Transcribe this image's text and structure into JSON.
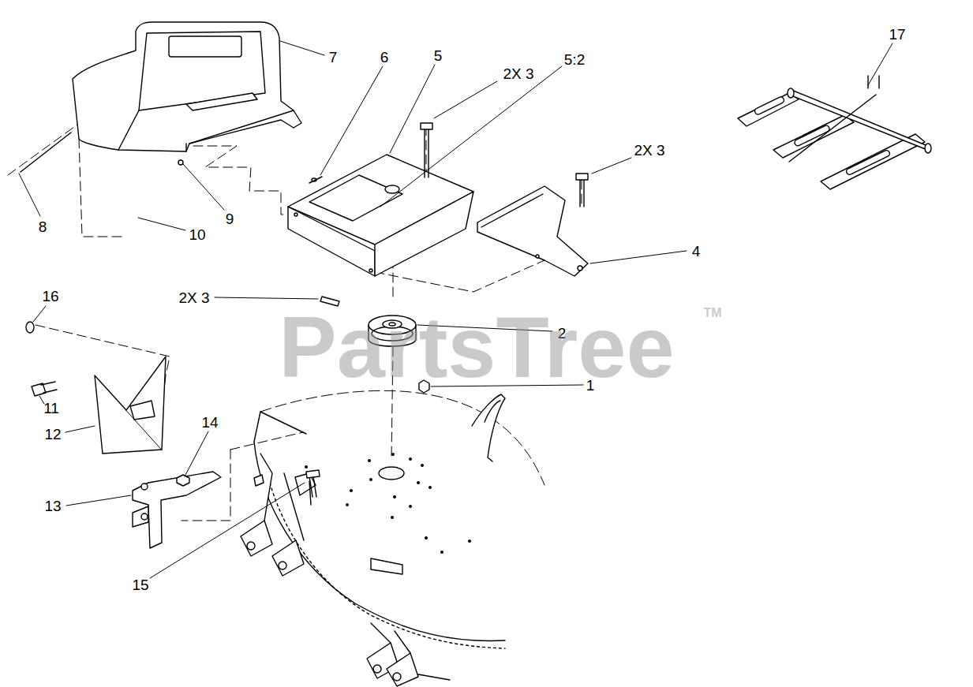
{
  "diagram": {
    "labels": [
      "17",
      "7",
      "6",
      "5",
      "2X 3",
      "5:2",
      "2X 3",
      "4",
      "8",
      "9",
      "10",
      "2X 3",
      "2",
      "1",
      "16",
      "11",
      "12",
      "14",
      "13",
      "15",
      "PartsTree",
      "TM"
    ]
  }
}
